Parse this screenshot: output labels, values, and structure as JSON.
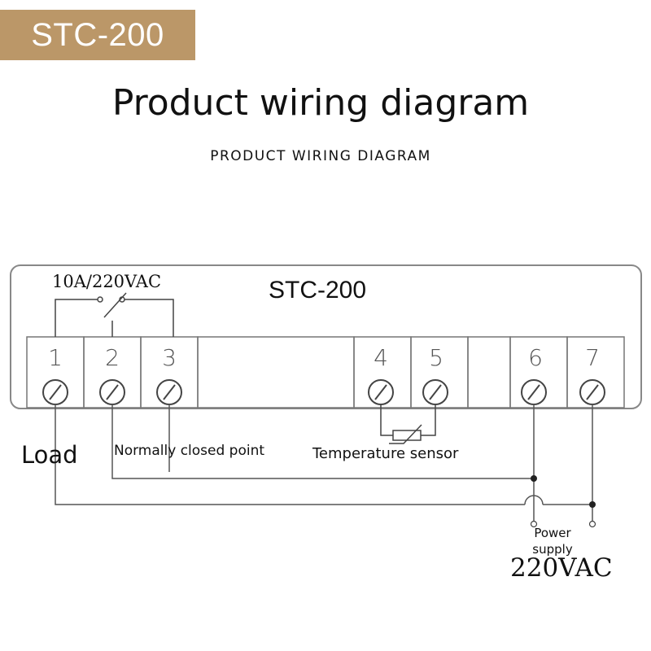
{
  "badge": {
    "label": "STC-200",
    "color": "#bb9768"
  },
  "header": {
    "title": "Product wiring diagram",
    "subtitle": "PRODUCT WIRING DIAGRAM"
  },
  "diagram": {
    "model": "STC-200",
    "relay_rating": "10A/220VAC",
    "terminals": [
      "1",
      "2",
      "3",
      "4",
      "5",
      "6",
      "7"
    ],
    "labels": {
      "load": "Load",
      "normally_closed": "Normally closed point",
      "temperature_sensor": "Temperature sensor",
      "power_supply": "Power supply",
      "voltage": "220VAC"
    },
    "colors": {
      "line": "#555555",
      "box": "#888888"
    }
  }
}
